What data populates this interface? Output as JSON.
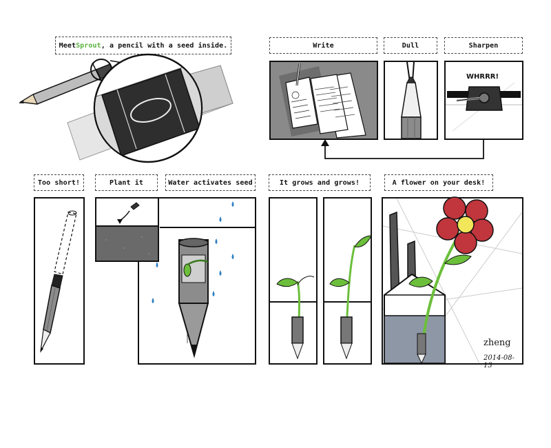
{
  "intro": {
    "lead": "Meet ",
    "highlight": "Sprout",
    "rest": ", a pencil with a seed inside."
  },
  "steps": {
    "write": "Write",
    "dull": "Dull",
    "sharpen": "Sharpen",
    "too_short": "Too short!",
    "plant": "Plant it",
    "water": "Water activates seed",
    "grows": "It grows and grows!",
    "flower": "A flower on your desk!"
  },
  "sharpener_sound": "WHRRR!",
  "signature": {
    "name": "zheng",
    "date": "2014-08-13"
  },
  "colors": {
    "accent": "#5ab43c",
    "leaf": "#6cbf3b",
    "petal": "#c0363c",
    "center": "#f2e65a",
    "drop": "#2f7fc1",
    "pencil_gray": "#8c8c8c"
  }
}
